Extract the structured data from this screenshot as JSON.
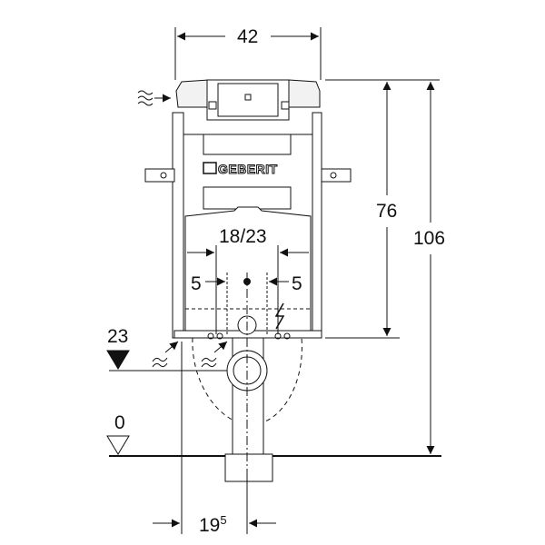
{
  "brand": {
    "logo_text": "GEBERIT"
  },
  "dimensions": {
    "frame_width": "42",
    "frame_height": "76",
    "total_height": "106",
    "connection_spacing": "18/23",
    "inner_offset_left": "5",
    "inner_offset_right": "5",
    "floor_offset_main": "19",
    "floor_offset_sup": "5"
  },
  "levels": {
    "supply_level": "23",
    "floor_level": "0"
  },
  "icons": [
    "water-supply-icon",
    "electrical-icon",
    "level-marker-icon",
    "dimension-arrow-icon"
  ],
  "colors": {
    "line": "#111111",
    "background": "#ffffff",
    "panel_fill": "#f2f2f2"
  }
}
